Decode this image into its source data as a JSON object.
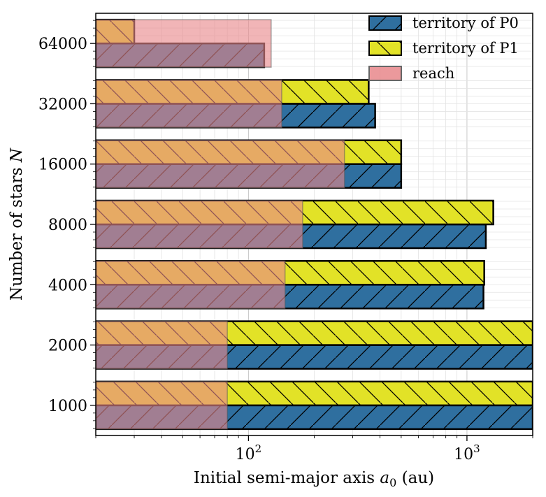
{
  "chart_data": {
    "type": "bar",
    "orientation": "horizontal",
    "xscale": "log",
    "xlim": [
      20,
      2000
    ],
    "xlabel_prefix": "Initial semi-major axis ",
    "xlabel_sym": "a",
    "xlabel_sub": "0",
    "xlabel_suffix": " (au)",
    "ylabel_prefix": "Number of stars ",
    "ylabel_sym": "N",
    "xticks": [
      {
        "base": "10",
        "exp": "2",
        "value": 100
      },
      {
        "base": "10",
        "exp": "3",
        "value": 1000
      }
    ],
    "grid": true,
    "legend_position": "top-right",
    "categories": [
      "1000",
      "2000",
      "4000",
      "8000",
      "16000",
      "32000",
      "64000"
    ],
    "series": [
      {
        "name": "territory of P0",
        "role": "lower",
        "color": "#2f6f9f",
        "values": [
          2000,
          2000,
          1190,
          1220,
          500,
          380,
          118
        ]
      },
      {
        "name": "territory of P1",
        "role": "upper",
        "color": "#e2e227",
        "values": [
          2000,
          2000,
          1200,
          1320,
          500,
          355,
          30
        ]
      },
      {
        "name": "reach",
        "role": "overlay",
        "color": "#e8878b",
        "values": [
          80,
          80,
          147,
          177,
          275,
          142,
          127
        ]
      }
    ]
  }
}
